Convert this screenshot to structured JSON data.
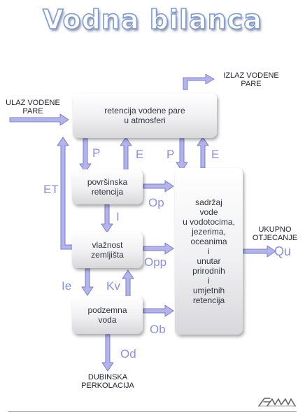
{
  "title": "Vodna bilanca",
  "boxes": {
    "atmosphere": "retencija vodene pare\nu atmosferi",
    "surface": "površinska\nretencija",
    "soil": "vlažnost\nzemljišta",
    "groundwater": "podzemna\nvoda",
    "water_bodies": "sadržaj\nvode\nu vodotocima,\njezerima,\noceanima\ni\nunutar\nprirodnih\ni\numjetnih\nretencija"
  },
  "labels": {
    "input_vapor": "ULAZ VODENE\nPARE",
    "output_vapor": "IZLAZ VODENE\nPARE",
    "total_runoff": "UKUPNO\nOTJECANJE",
    "deep_percolation": "DUBINSKA\nPERKOLACIJA"
  },
  "symbols": {
    "P1": "P",
    "E1": "E",
    "P2": "P",
    "E2": "E",
    "ET": "ET",
    "I": "I",
    "Op": "Op",
    "Opp": "Opp",
    "Ie": "Ie",
    "Kv": "Kv",
    "Ob": "Ob",
    "Od": "Od",
    "Qu": "Qu"
  },
  "colors": {
    "arrow_fill": "#b4b4ec",
    "arrow_stroke": "#7a7ecc",
    "symbol": "#8c90dc",
    "title_outline": "#7a9ad8"
  },
  "logo_icon": "bully-signature-logo"
}
